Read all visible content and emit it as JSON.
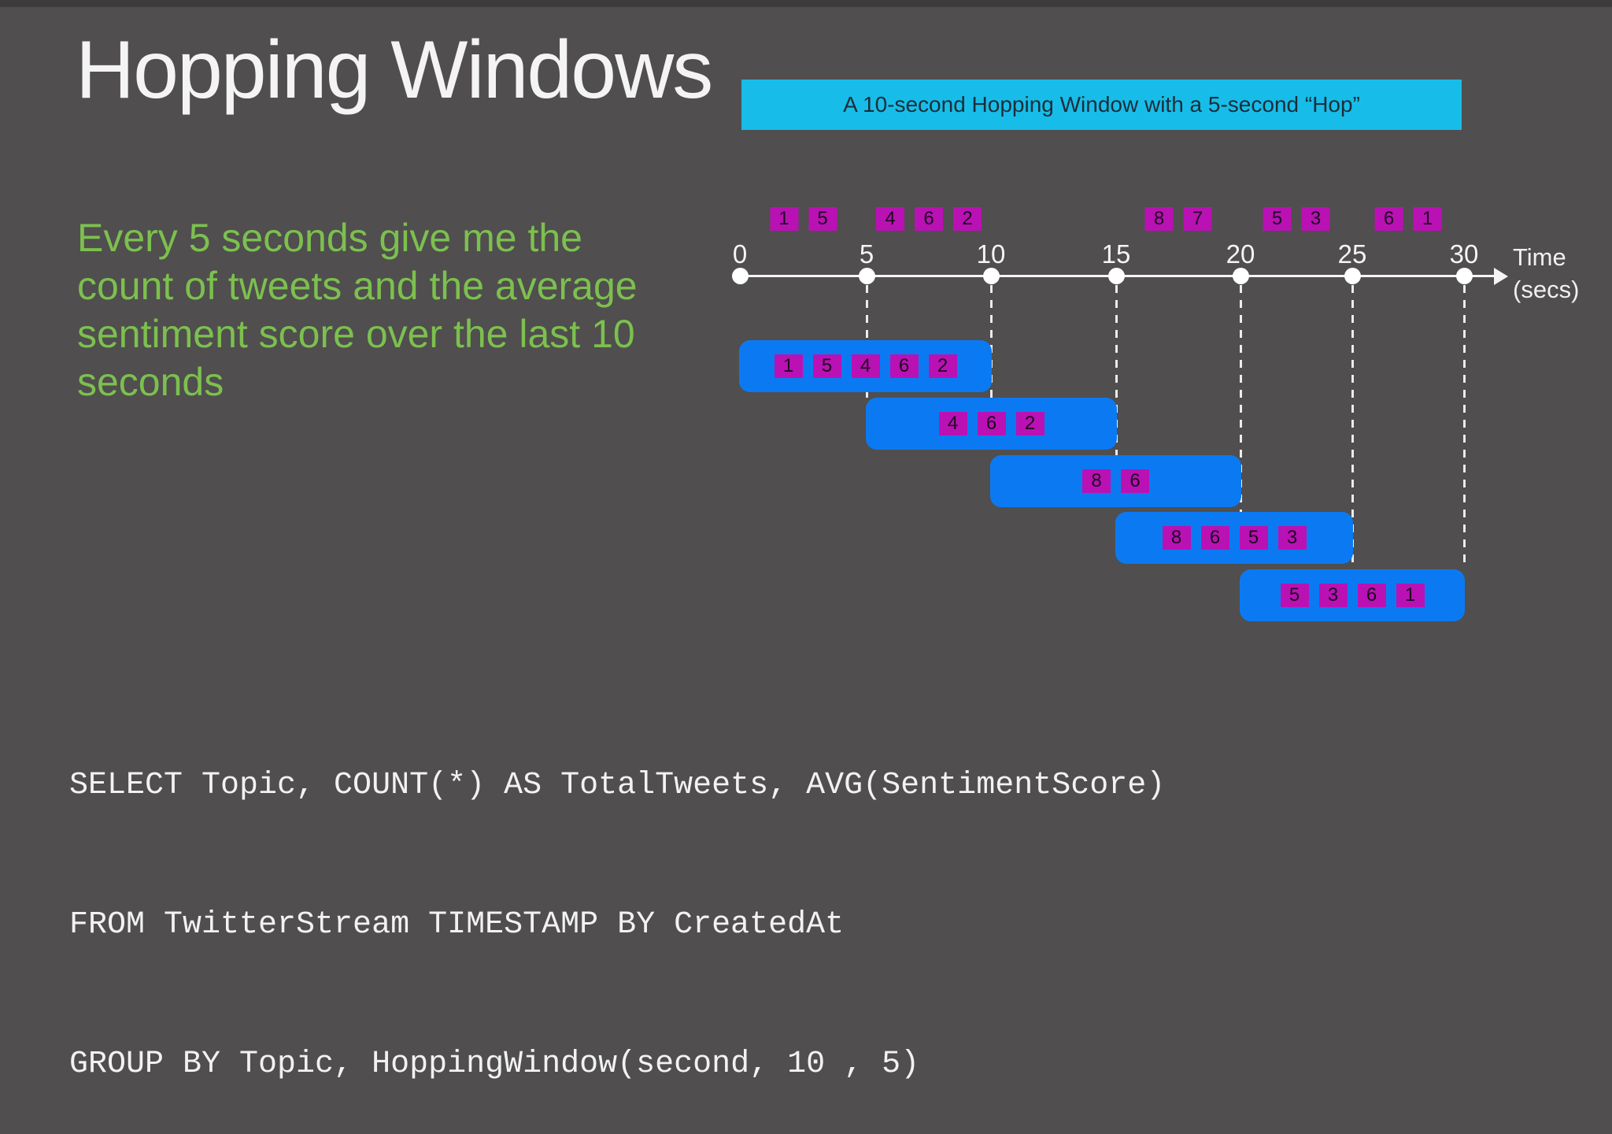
{
  "slide": {
    "title": "Hopping Windows",
    "banner": "A 10-second Hopping Window with a 5-second “Hop”",
    "description_lines": [
      "Every 5 seconds give me the",
      "count of tweets and the average",
      "sentiment score over the last 10",
      "seconds"
    ],
    "sql_lines": [
      "SELECT Topic, COUNT(*) AS TotalTweets, AVG(SentimentScore)",
      "FROM TwitterStream TIMESTAMP BY CreatedAt",
      "GROUP BY Topic, HoppingWindow(second, 10 , 5)"
    ]
  },
  "colors": {
    "background": "#504e4e",
    "banner_bg": "#18bce9",
    "banner_text": "#1b2e38",
    "description_green": "#7cc04e",
    "window_blue": "#0b7af2",
    "event_magenta": "#ba11b4",
    "axis_white": "#f5f5f5"
  },
  "timeline": {
    "tick_labels": [
      "0",
      "5",
      "10",
      "15",
      "20",
      "25",
      "30"
    ],
    "tick_seconds": [
      0,
      5,
      10,
      15,
      20,
      25,
      30
    ],
    "axis_label_lines": [
      "Time",
      "(secs)"
    ],
    "events_above": [
      {
        "between_secs": [
          0,
          5
        ],
        "values": [
          "1",
          "5"
        ]
      },
      {
        "between_secs": [
          5,
          10
        ],
        "values": [
          "4",
          "6",
          "2"
        ]
      },
      {
        "between_secs": [
          15,
          20
        ],
        "values": [
          "8",
          "7"
        ]
      },
      {
        "between_secs": [
          20,
          25
        ],
        "values": [
          "5",
          "3"
        ]
      },
      {
        "between_secs": [
          25,
          30
        ],
        "values": [
          "6",
          "1"
        ]
      }
    ],
    "hop_windows": [
      {
        "from_sec": 0,
        "to_sec": 10,
        "values": [
          "1",
          "5",
          "4",
          "6",
          "2"
        ]
      },
      {
        "from_sec": 5,
        "to_sec": 15,
        "values": [
          "4",
          "6",
          "2"
        ]
      },
      {
        "from_sec": 10,
        "to_sec": 20,
        "values": [
          "8",
          "6"
        ]
      },
      {
        "from_sec": 15,
        "to_sec": 25,
        "values": [
          "8",
          "6",
          "5",
          "3"
        ]
      },
      {
        "from_sec": 20,
        "to_sec": 30,
        "values": [
          "5",
          "3",
          "6",
          "1"
        ]
      }
    ]
  }
}
